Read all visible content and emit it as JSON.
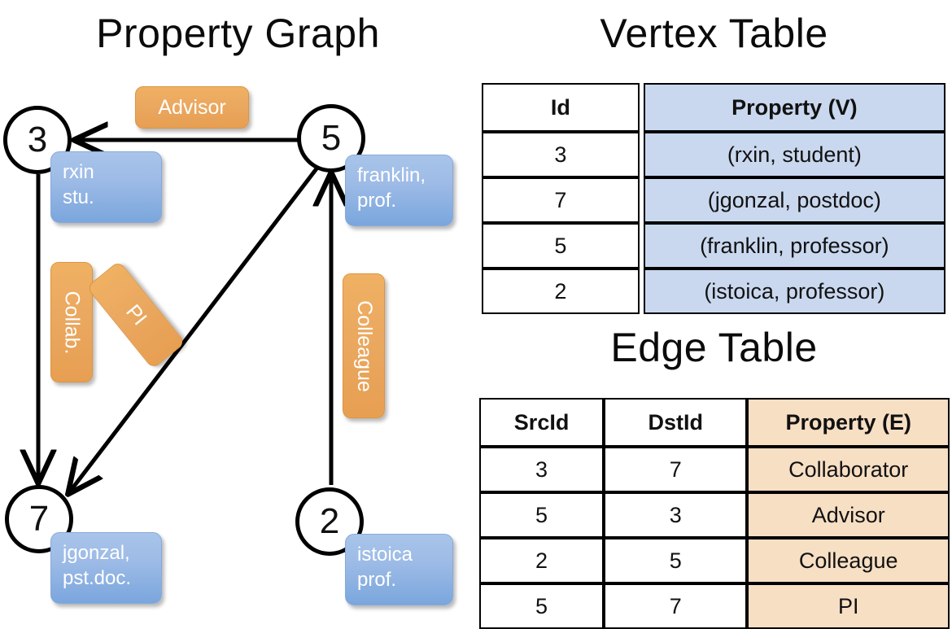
{
  "sections": {
    "graph_title": "Property Graph",
    "vertex_table_title": "Vertex Table",
    "edge_table_title": "Edge Table"
  },
  "colors": {
    "vertex_property_fill": "#c9d8ef",
    "edge_property_fill": "#f7dfc4",
    "node_box_blue": "#9dbbe6",
    "edge_label_orange": "#eaa860",
    "stroke": "#000000"
  },
  "graph": {
    "vertices": [
      {
        "id": "3",
        "property_line1": "rxin",
        "property_line2": "stu."
      },
      {
        "id": "5",
        "property_line1": "franklin,",
        "property_line2": "prof."
      },
      {
        "id": "7",
        "property_line1": "jgonzal,",
        "property_line2": "pst.doc."
      },
      {
        "id": "2",
        "property_line1": "istoica",
        "property_line2": "prof."
      }
    ],
    "edge_labels": [
      {
        "name": "advisor",
        "text": "Advisor",
        "orientation": "horizontal"
      },
      {
        "name": "collab",
        "text": "Collab.",
        "orientation": "vertical"
      },
      {
        "name": "pi",
        "text": "PI",
        "orientation": "rotated"
      },
      {
        "name": "colleague",
        "text": "Colleague",
        "orientation": "vertical"
      }
    ],
    "edges": [
      {
        "src": "5",
        "dst": "3",
        "label": "Advisor"
      },
      {
        "src": "3",
        "dst": "7",
        "label": "Collab."
      },
      {
        "src": "5",
        "dst": "7",
        "label": "PI"
      },
      {
        "src": "2",
        "dst": "5",
        "label": "Colleague"
      }
    ]
  },
  "vertex_table": {
    "headers": [
      "Id",
      "Property (V)"
    ],
    "rows": [
      {
        "id": "3",
        "property": "(rxin, student)"
      },
      {
        "id": "7",
        "property": "(jgonzal, postdoc)"
      },
      {
        "id": "5",
        "property": "(franklin, professor)"
      },
      {
        "id": "2",
        "property": "(istoica, professor)"
      }
    ]
  },
  "edge_table": {
    "headers": [
      "SrcId",
      "DstId",
      "Property (E)"
    ],
    "rows": [
      {
        "src": "3",
        "dst": "7",
        "property": "Collaborator"
      },
      {
        "src": "5",
        "dst": "3",
        "property": "Advisor"
      },
      {
        "src": "2",
        "dst": "5",
        "property": "Colleague"
      },
      {
        "src": "5",
        "dst": "7",
        "property": "PI"
      }
    ]
  }
}
